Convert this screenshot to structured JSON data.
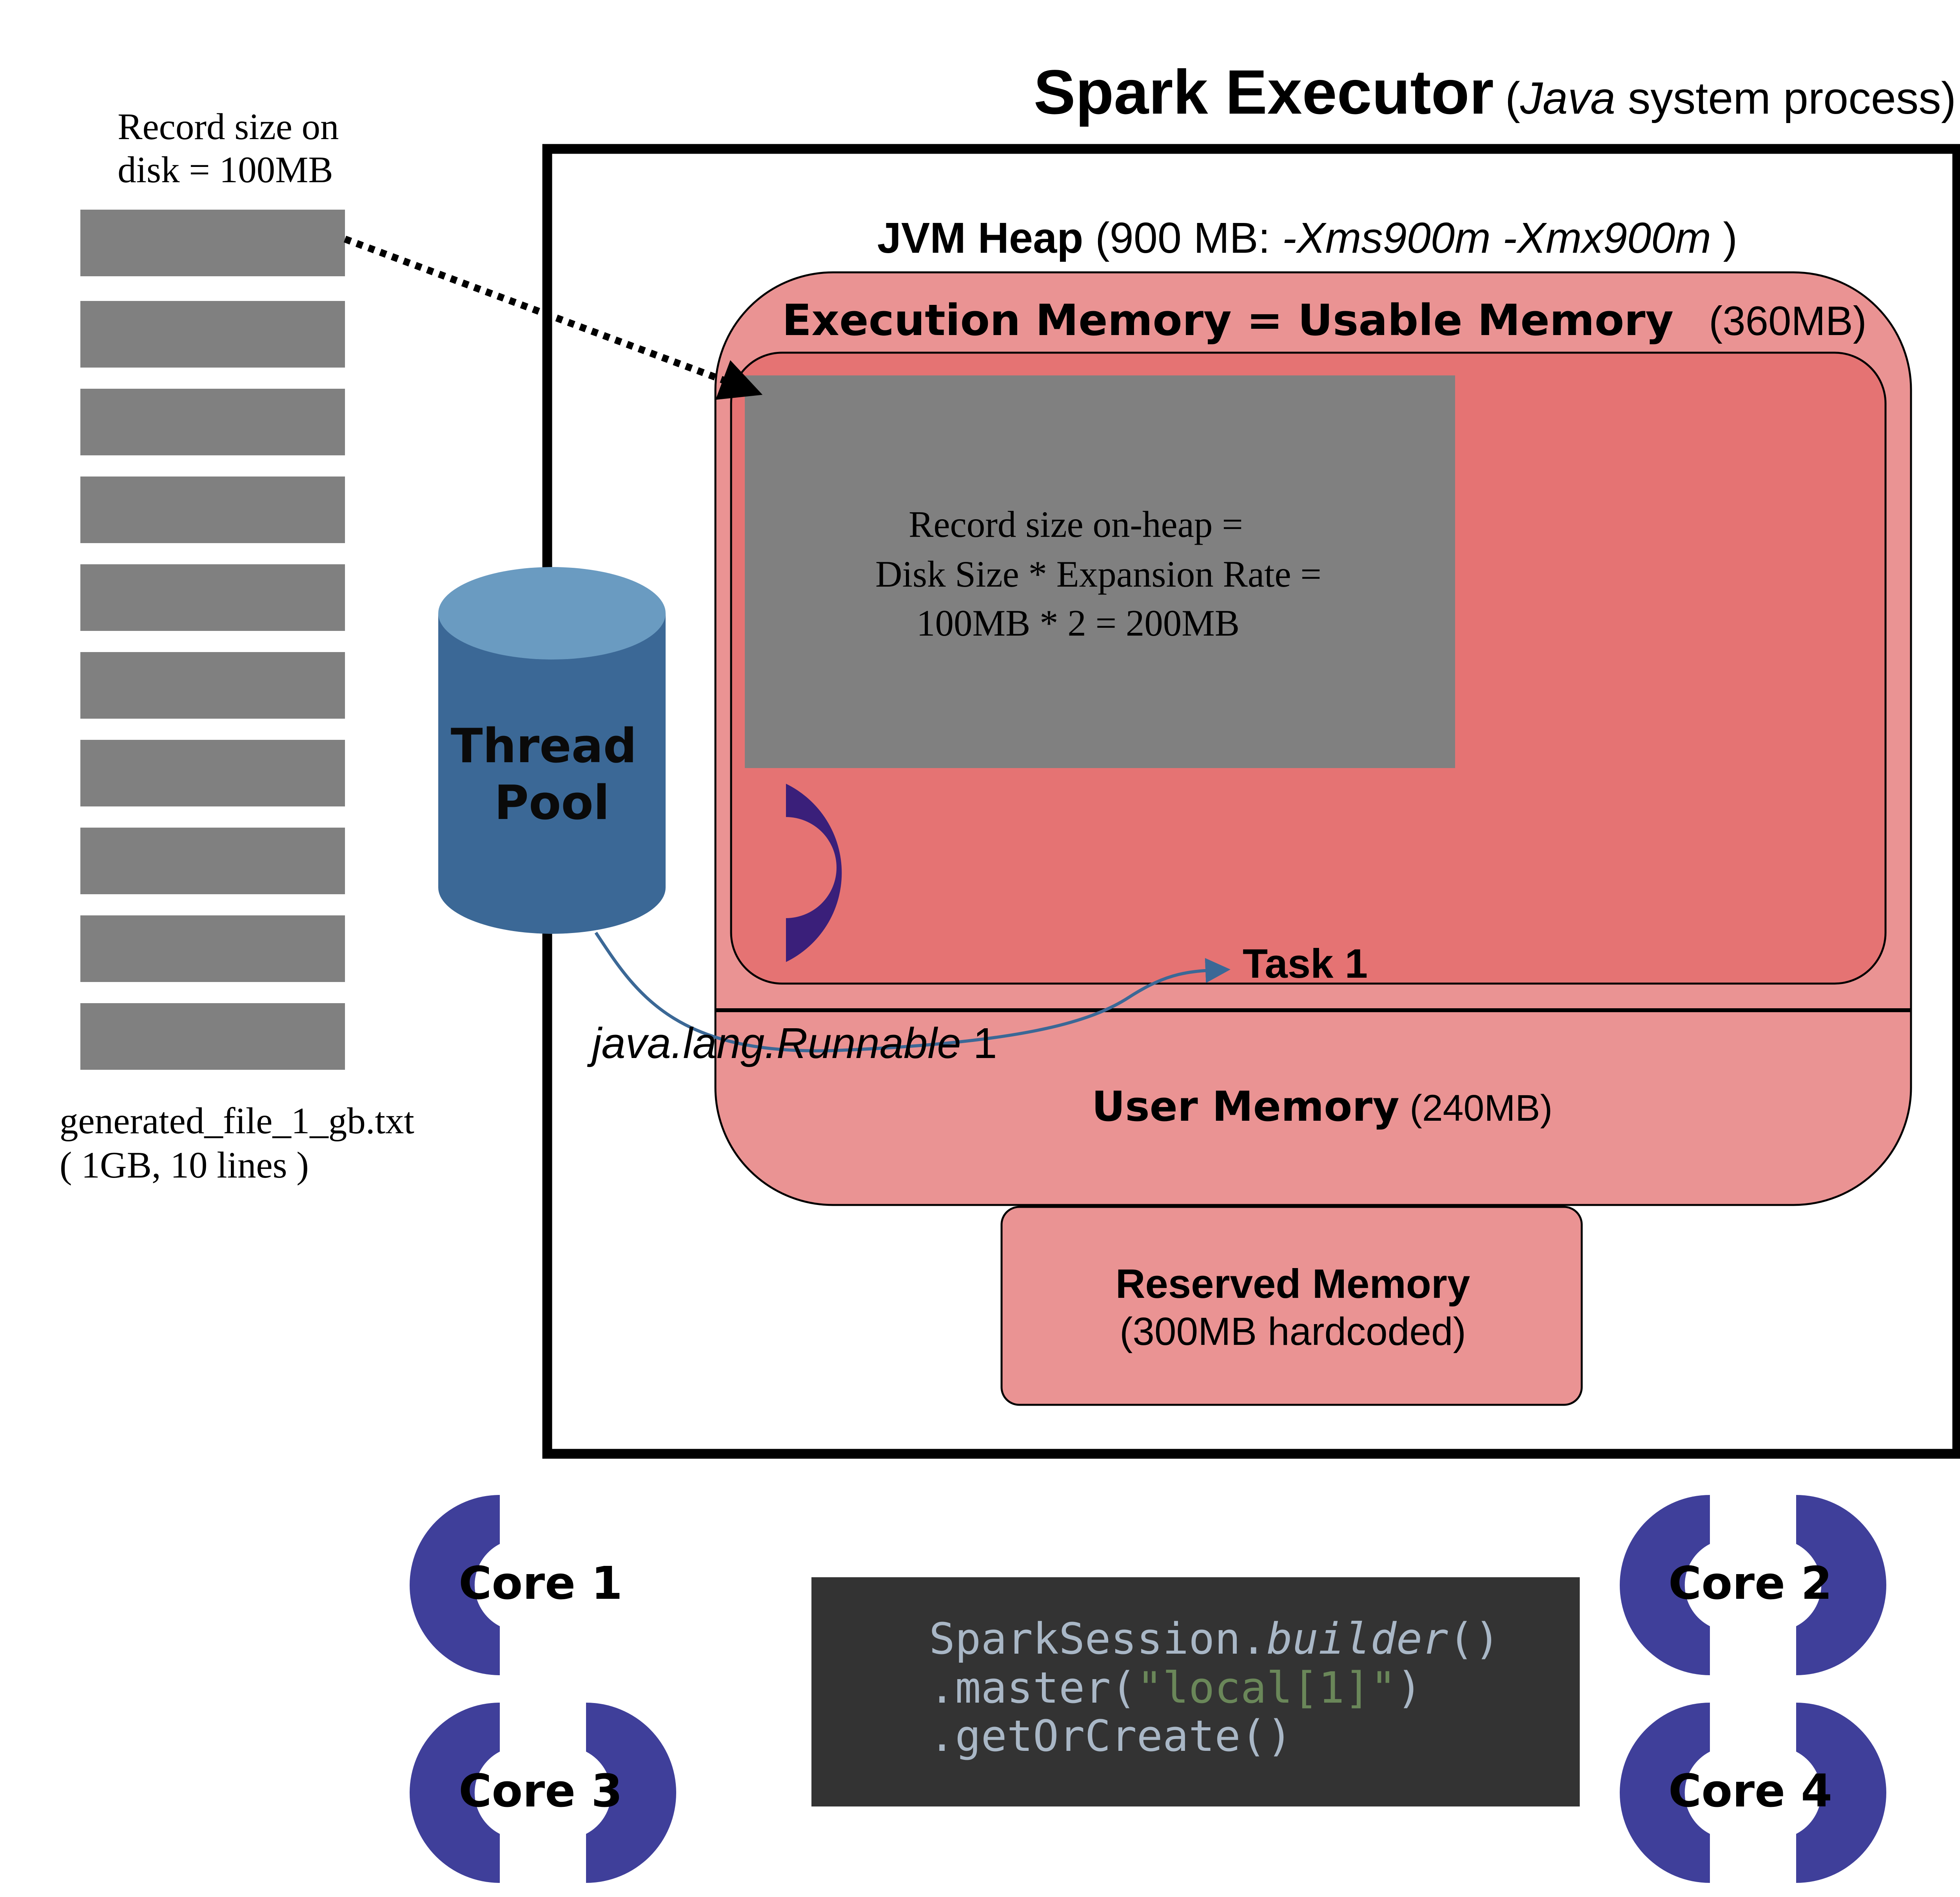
{
  "record": {
    "line1": "Record size on",
    "line2": "disk = 100MB"
  },
  "file": {
    "name": "generated_file_1_gb.txt",
    "info": "( 1GB, 10 lines )",
    "line_count": 10
  },
  "executor": {
    "title": "Spark  Executor",
    "paren_open": "(",
    "lang": "Java",
    "rest": " system process)"
  },
  "heap": {
    "label": "JVM Heap",
    "detail_plain": " (900 MB: ",
    "detail_flags": "-Xms900m -Xmx900m",
    "detail_close": " )"
  },
  "execution": {
    "label": "Execution Memory = Usable Memory",
    "size": "(360MB)"
  },
  "onheap": {
    "line1": "Record size on-heap =",
    "line2": "Disk Size * Expansion Rate =",
    "line3": "100MB * 2 = 200MB"
  },
  "thread_pool": {
    "line1": "Thread",
    "line2": "Pool"
  },
  "task": {
    "label": "Task 1"
  },
  "runnable": {
    "label": "java.lang.Runnable",
    "num": " 1"
  },
  "user_memory": {
    "label": "User Memory",
    "size": " (240MB)"
  },
  "reserved": {
    "label": "Reserved Memory",
    "size": "(300MB hardcoded)"
  },
  "cores": {
    "c1": "Core 1",
    "c2": "Core 2",
    "c3": "Core 3",
    "c4": "Core 4"
  },
  "code": {
    "l1_a": "SparkSession.",
    "l1_b": "builder",
    "l1_c": "()",
    "l2_a": ".master(",
    "l2_b": "\"local[1]\"",
    "l2_c": ")",
    "l3": ".getOrCreate()"
  },
  "colors": {
    "record_block": "#808080",
    "heap_fill": "#ea9393",
    "execution_fill": "#e57373",
    "cylinder_body": "#3b6896",
    "cylinder_top": "#6a9bc1",
    "core_arc": "#3f3f9a",
    "task_arc": "#3a1f7a",
    "code_bg": "#333333"
  }
}
